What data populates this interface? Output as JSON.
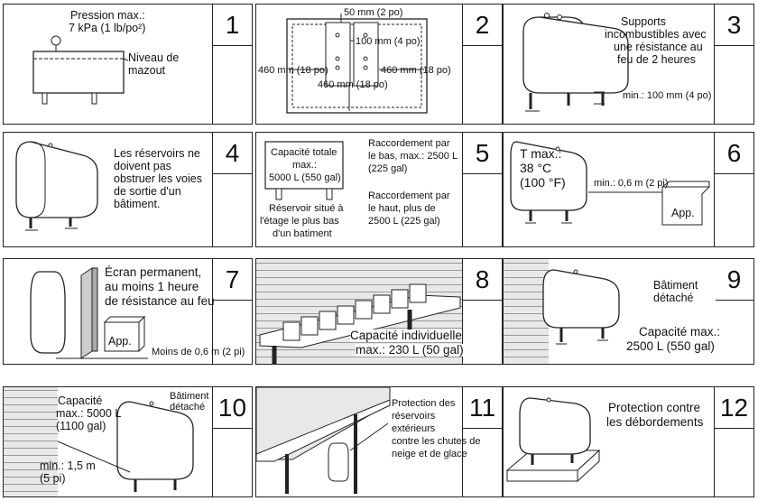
{
  "panels": [
    {
      "number": "1",
      "lines": [
        "Pression max.:",
        "7 kPa (1 lb/po²)",
        "Niveau de",
        "mazout"
      ]
    },
    {
      "number": "2",
      "lines": [
        "50 mm (2 po)",
        "100 mm (4 po)",
        "460 mm (18 po)",
        "460 mm (18 po)",
        "460 mm (18 po)"
      ]
    },
    {
      "number": "3",
      "lines": [
        "Supports",
        "incombustibles avec",
        "une résistance au",
        "feu de 2 heures",
        "min.: 100 mm (4 po)"
      ]
    },
    {
      "number": "4",
      "lines": [
        "Les réservoirs ne",
        "doivent pas",
        "obstruer les voies",
        "de sortie d'un",
        "bâtiment."
      ]
    },
    {
      "number": "5",
      "lines": [
        "Capacité totale",
        "max.:",
        "5000 L (550 gal)",
        "Réservoir situé à",
        "l'étage le plus bas",
        "d'un batiment",
        "Raccordement par",
        "le bas, max.: 2500 L",
        "(225 gal)",
        "Raccordement par",
        "le haut, plus de",
        "2500 L (225 gal)"
      ]
    },
    {
      "number": "6",
      "lines": [
        "T max.:",
        "38 °C",
        "(100 °F)",
        "min.: 0,6 m (2 pi)",
        "App."
      ]
    },
    {
      "number": "7",
      "lines": [
        "Écran permanent,",
        "au moins 1 heure",
        "de résistance au feu",
        "App.",
        "Moins de 0,6 m (2 pi)"
      ]
    },
    {
      "number": "8",
      "lines": [
        "Capacité individuelle",
        "max.: 230 L (50 gal)"
      ]
    },
    {
      "number": "9",
      "lines": [
        "Bâtiment",
        "détaché",
        "Capacité max.:",
        "2500 L (550 gal)"
      ]
    },
    {
      "number": "10",
      "lines": [
        "Capacité",
        "max.: 5000 L",
        "(1100 gal)",
        "Bâtiment",
        "détaché",
        "min.: 1,5 m",
        "(5 pi)"
      ]
    },
    {
      "number": "11",
      "lines": [
        "Protection des",
        "réservoirs",
        "extérieurs",
        "contre les chutes de",
        "neige et de glace"
      ]
    },
    {
      "number": "12",
      "lines": [
        "Protection contre",
        "les débordements"
      ]
    }
  ]
}
